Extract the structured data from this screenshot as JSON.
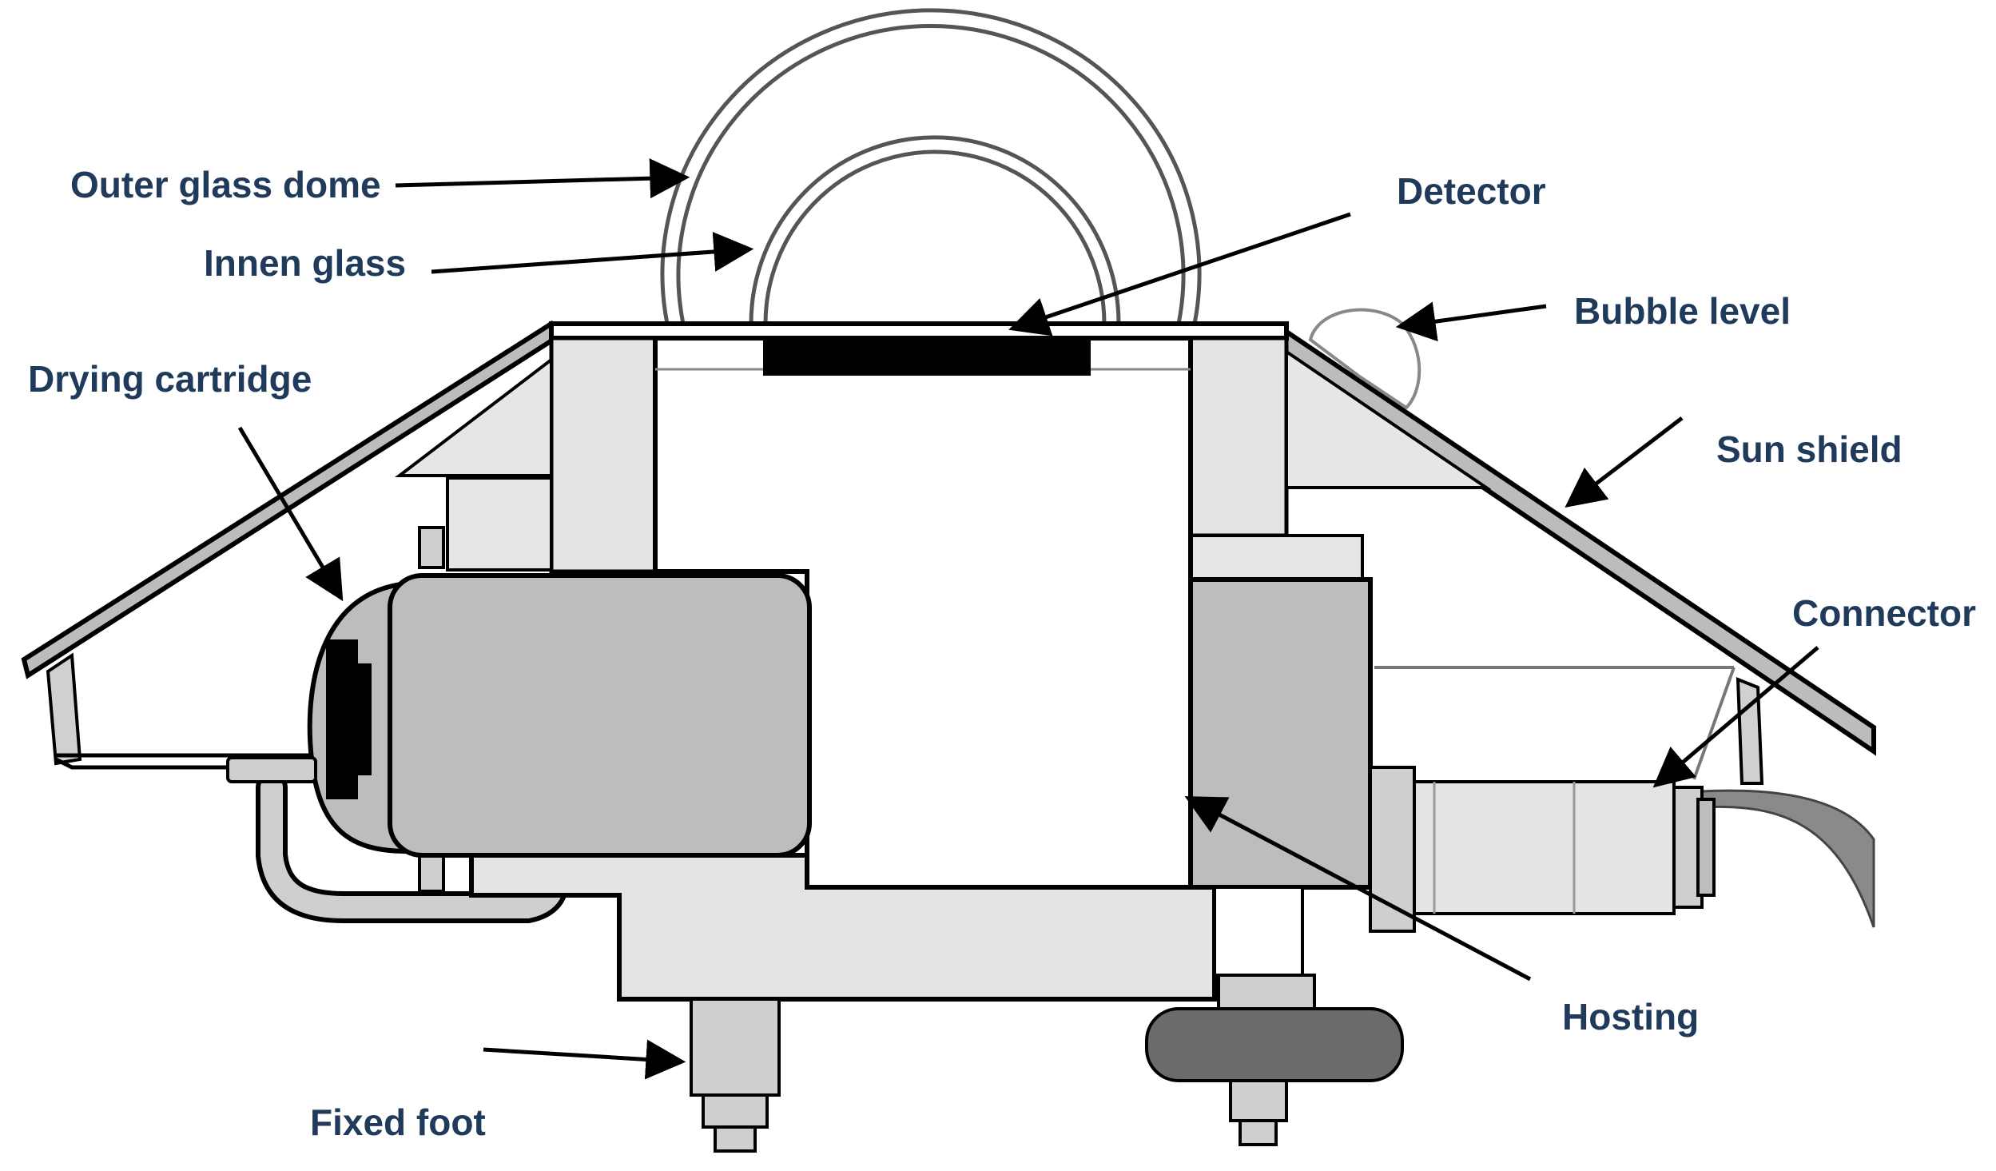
{
  "labels": {
    "outer_glass_dome": "Outer glass dome",
    "innen_glass": "Innen glass",
    "detector": "Detector",
    "bubble_level": "Bubble level",
    "drying_cartridge": "Drying cartridge",
    "sun_shield": "Sun shield",
    "connector": "Connector",
    "hosting": "Hosting",
    "fixed_foot": "Fixed foot"
  },
  "colors": {
    "label_text": "#1f3a5a",
    "outline": "#000000",
    "light_fill": "#e4e4e4",
    "mid_fill": "#bdbdbd",
    "dark_fill": "#6b6b6b"
  }
}
